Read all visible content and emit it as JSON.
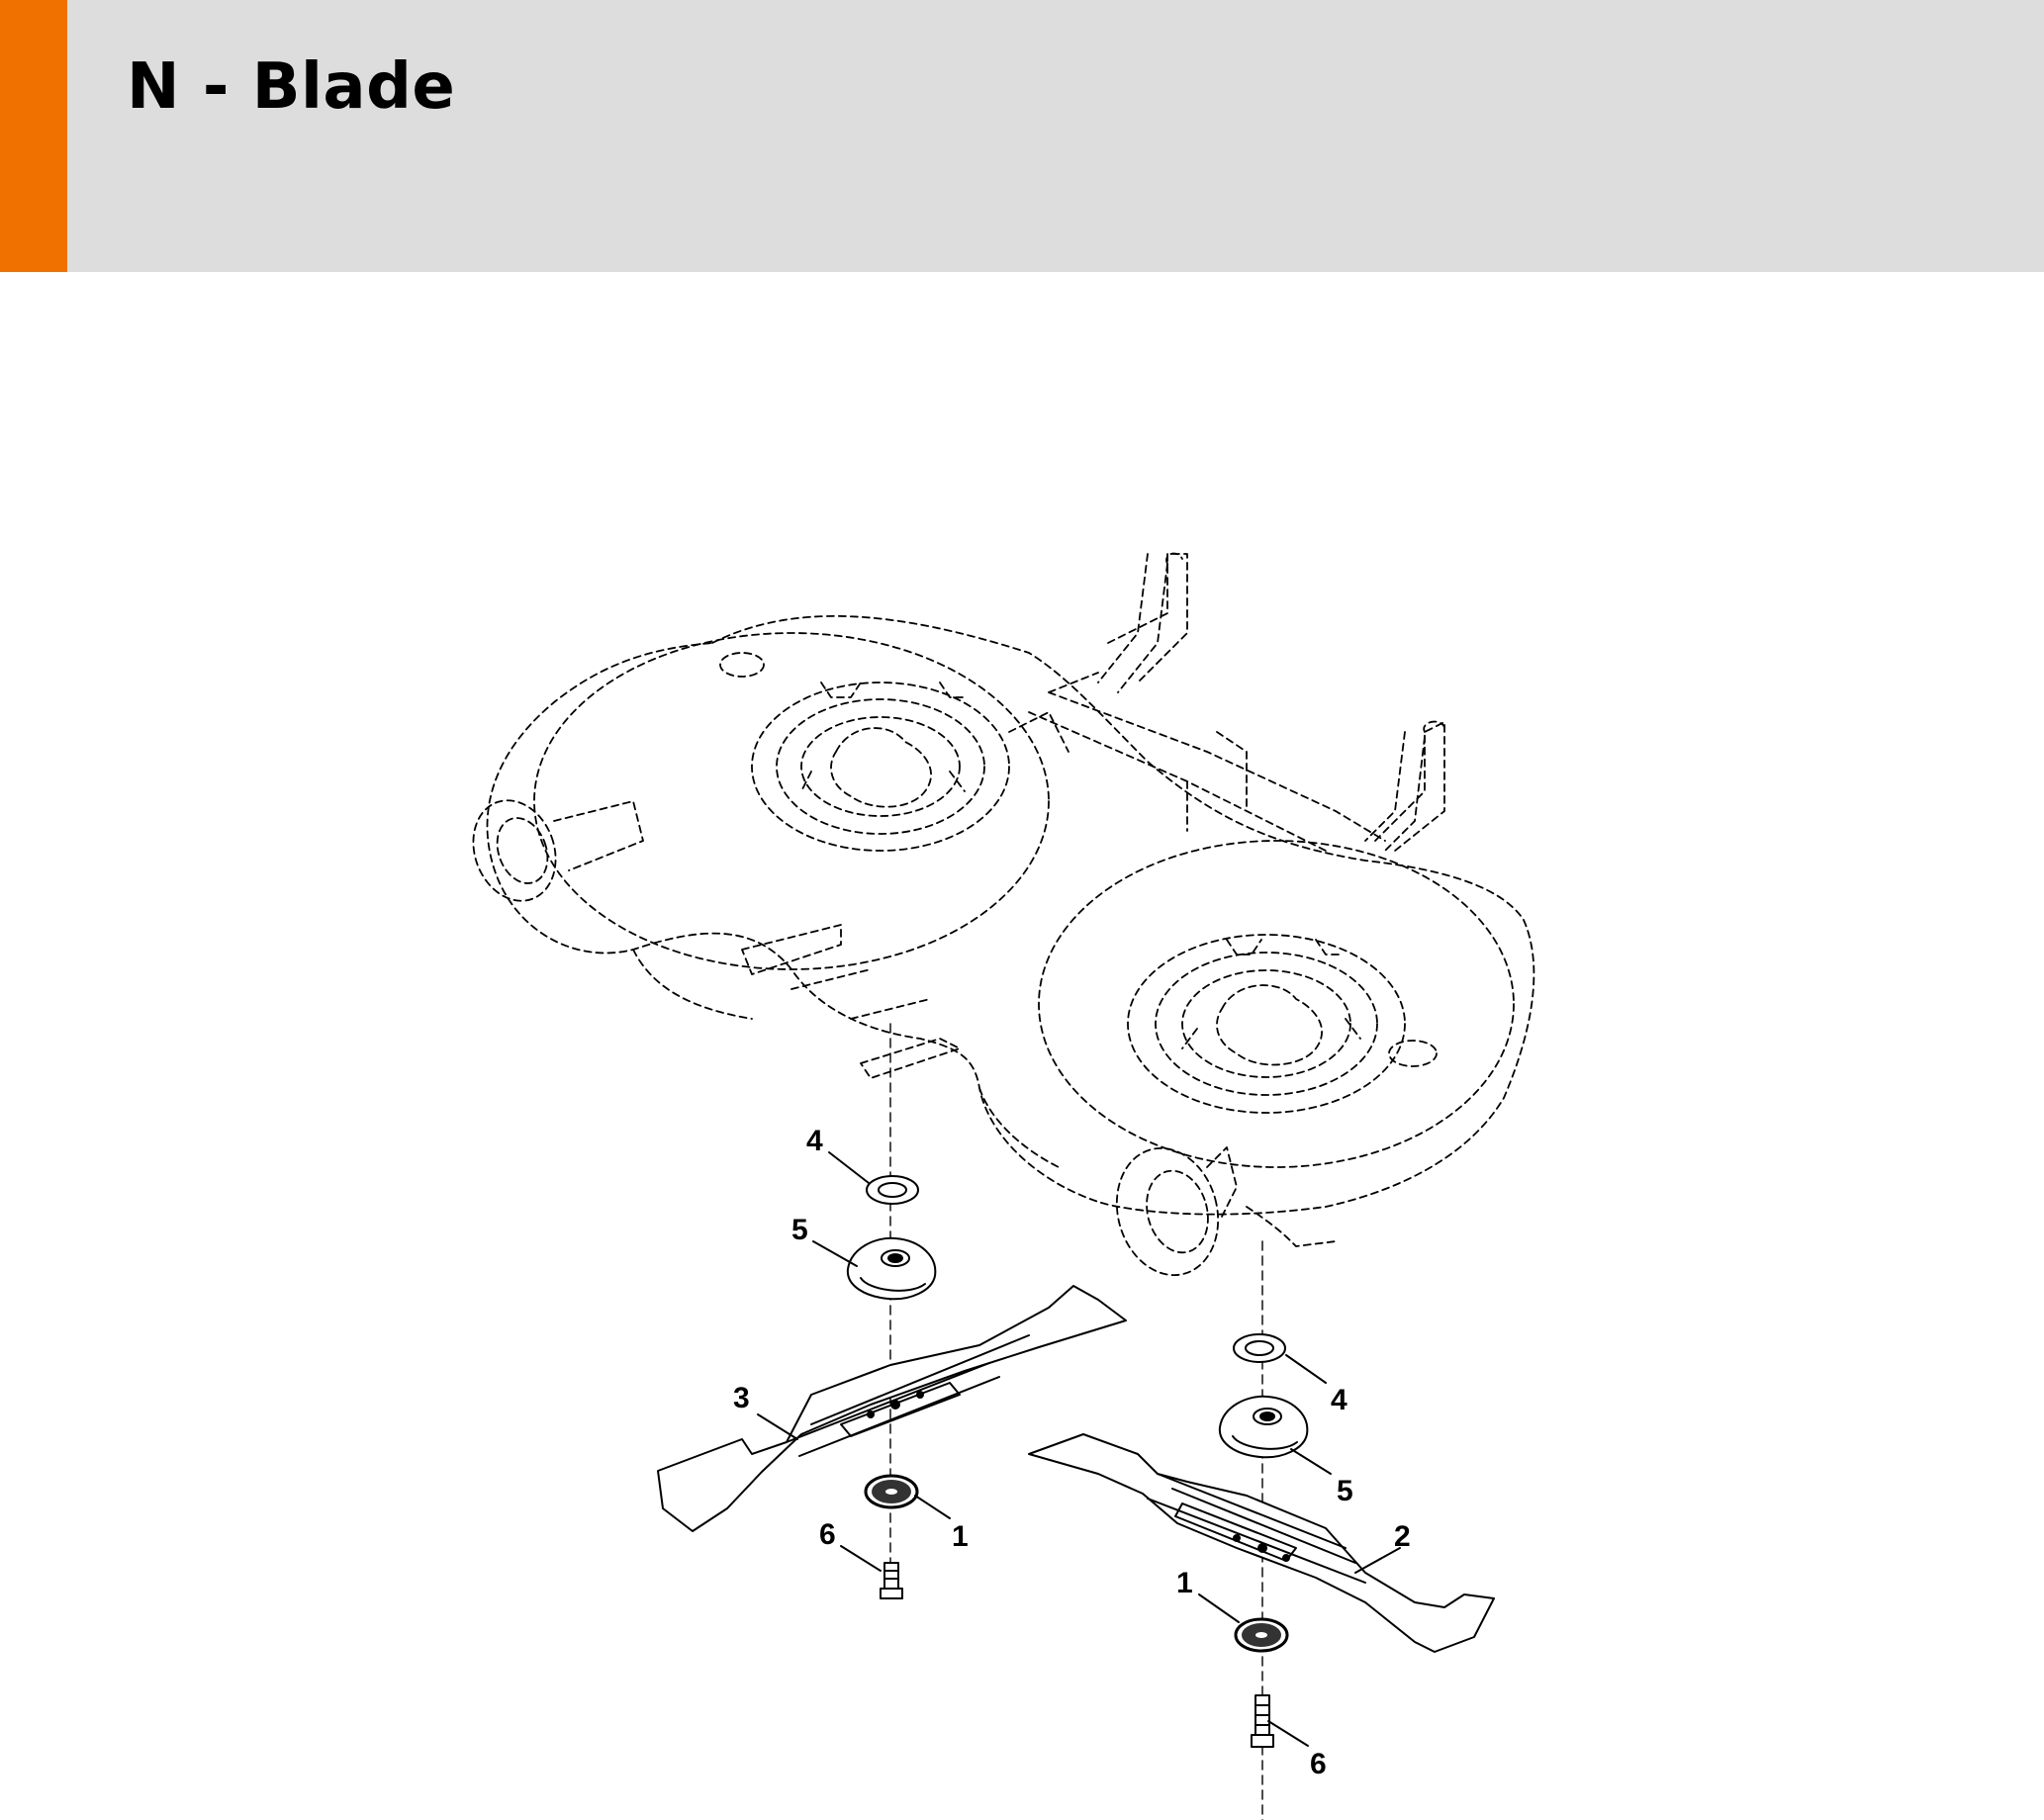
{
  "header": {
    "title": "N - Blade",
    "accent_color": "#f07100",
    "background_color": "#dcdddc"
  },
  "callouts": [
    {
      "id": "c4a",
      "label": "4"
    },
    {
      "id": "c5a",
      "label": "5"
    },
    {
      "id": "c3",
      "label": "3"
    },
    {
      "id": "c1a",
      "label": "1"
    },
    {
      "id": "c6a",
      "label": "6"
    },
    {
      "id": "c4b",
      "label": "4"
    },
    {
      "id": "c5b",
      "label": "5"
    },
    {
      "id": "c2",
      "label": "2"
    },
    {
      "id": "c1b",
      "label": "1"
    },
    {
      "id": "c6b",
      "label": "6"
    }
  ]
}
